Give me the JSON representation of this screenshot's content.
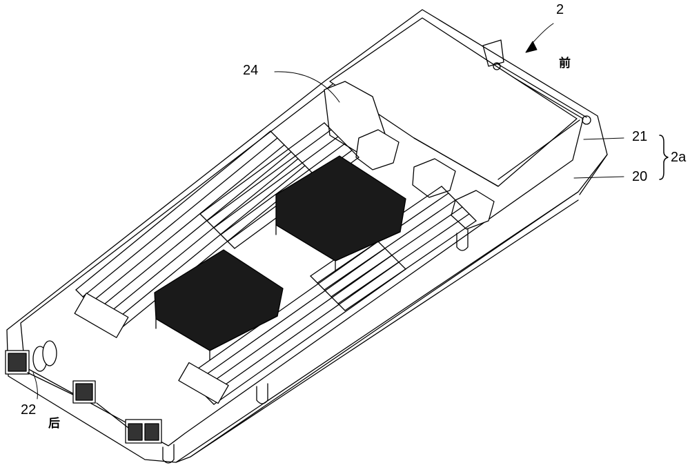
{
  "figure": {
    "callouts": {
      "c2": "2",
      "c24": "24",
      "c21": "21",
      "c20": "20",
      "c2a": "2a",
      "c22": "22"
    },
    "directions": {
      "front": "前",
      "rear": "后"
    },
    "colors": {
      "ink": "#000000",
      "paper": "#ffffff",
      "heatsink": "#1a1a1a"
    }
  }
}
